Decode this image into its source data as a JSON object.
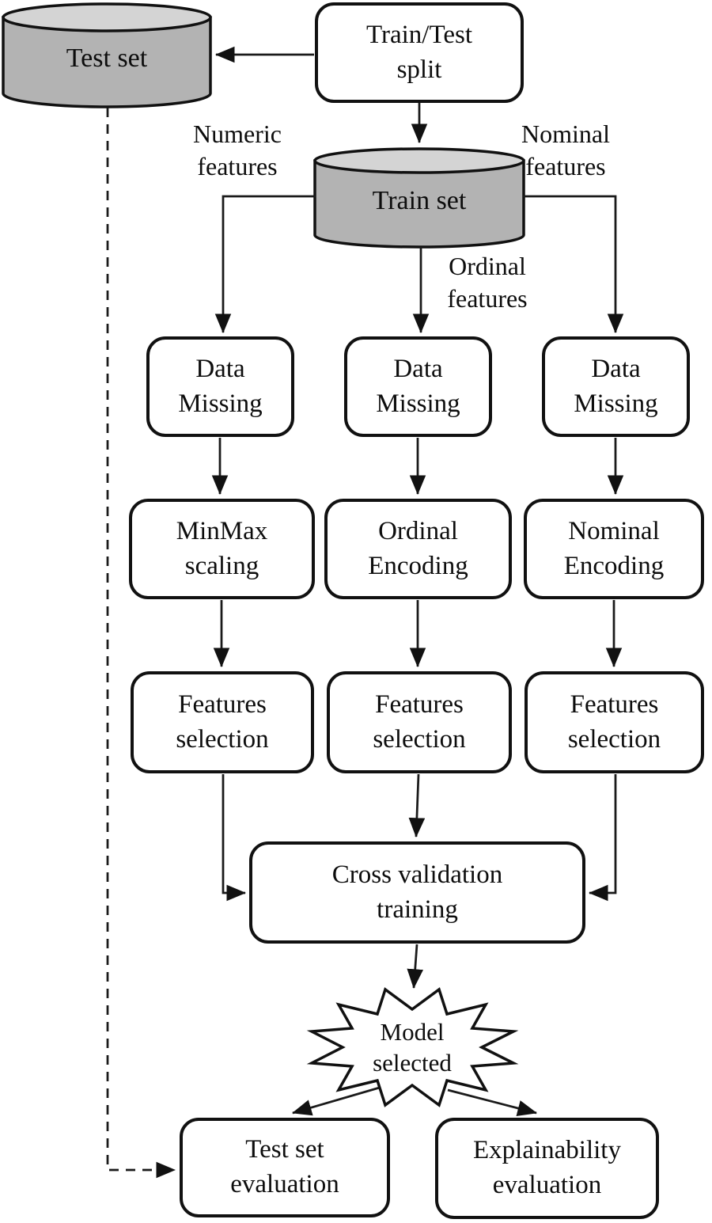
{
  "figure": {
    "type": "flowchart",
    "nodes": {
      "train_test_split": "Train/Test\nsplit",
      "test_set": "Test set",
      "train_set": "Train set",
      "data_missing": "Data\nMissing",
      "minmax_scaling": "MinMax\nscaling",
      "ordinal_encoding": "Ordinal\nEncoding",
      "nominal_encoding": "Nominal\nEncoding",
      "features_selection": "Features\nselection",
      "cross_validation_training": "Cross validation\ntraining",
      "model_selected": "Model\nselected",
      "test_set_evaluation": "Test set\nevaluation",
      "explainability_evaluation": "Explainability\nevaluation"
    },
    "edge_labels": {
      "numeric": "Numeric\nfeatures",
      "ordinal": "Ordinal\nfeatures",
      "nominal": "Nominal\nfeatures"
    },
    "edges": [
      {
        "from": "Train/Test split",
        "to": "Test set",
        "style": "solid"
      },
      {
        "from": "Train/Test split",
        "to": "Train set",
        "style": "solid"
      },
      {
        "from": "Train set",
        "to": "Data Missing (left)",
        "label": "Numeric features",
        "style": "solid"
      },
      {
        "from": "Train set",
        "to": "Data Missing (middle)",
        "label": "Ordinal features",
        "style": "solid"
      },
      {
        "from": "Train set",
        "to": "Data Missing (right)",
        "label": "Nominal features",
        "style": "solid"
      },
      {
        "from": "Data Missing (left)",
        "to": "MinMax scaling",
        "style": "solid"
      },
      {
        "from": "Data Missing (middle)",
        "to": "Ordinal Encoding",
        "style": "solid"
      },
      {
        "from": "Data Missing (right)",
        "to": "Nominal Encoding",
        "style": "solid"
      },
      {
        "from": "MinMax scaling",
        "to": "Features selection (left)",
        "style": "solid"
      },
      {
        "from": "Ordinal Encoding",
        "to": "Features selection (middle)",
        "style": "solid"
      },
      {
        "from": "Nominal Encoding",
        "to": "Features selection (right)",
        "style": "solid"
      },
      {
        "from": "Features selection (left)",
        "to": "Cross validation training",
        "style": "solid"
      },
      {
        "from": "Features selection (middle)",
        "to": "Cross validation training",
        "style": "solid"
      },
      {
        "from": "Features selection (right)",
        "to": "Cross validation training",
        "style": "solid"
      },
      {
        "from": "Cross validation training",
        "to": "Model selected",
        "style": "solid"
      },
      {
        "from": "Model selected",
        "to": "Test set evaluation",
        "style": "solid"
      },
      {
        "from": "Model selected",
        "to": "Explainability evaluation",
        "style": "solid"
      },
      {
        "from": "Test set",
        "to": "Test set evaluation",
        "style": "dashed"
      }
    ],
    "colors": {
      "cylinder_body": "#b3b3b3",
      "cylinder_top": "#d4d4d4",
      "outline": "#111111",
      "connector": "#1a1a1a",
      "background": "#ffffff",
      "text": "#0d0d0d"
    }
  }
}
